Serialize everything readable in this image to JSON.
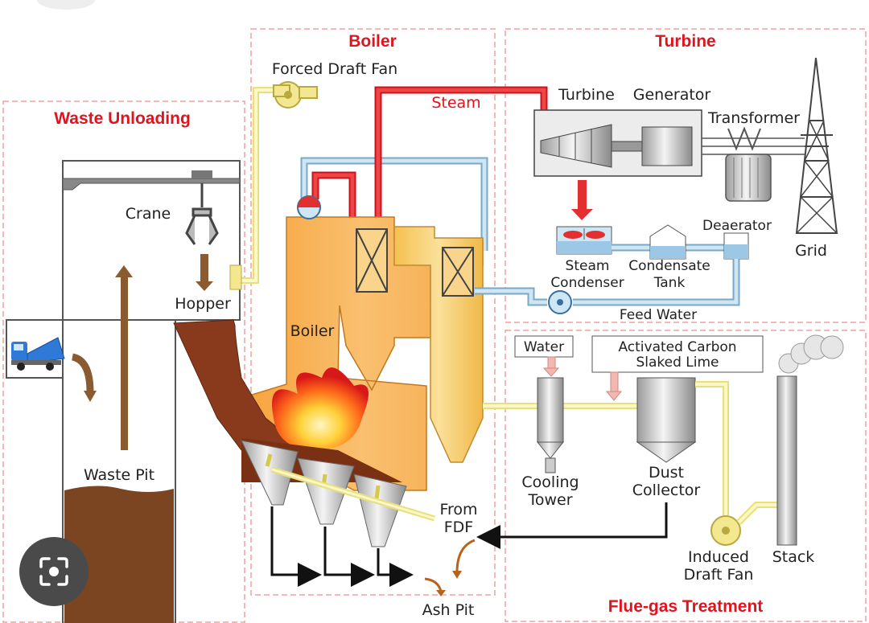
{
  "sections": {
    "waste_unloading": "Waste Unloading",
    "boiler": "Boiler",
    "turbine": "Turbine",
    "flue_gas": "Flue-gas Treatment"
  },
  "labels": {
    "forced_draft_fan": "Forced Draft Fan",
    "steam": "Steam",
    "turbine": "Turbine",
    "generator": "Generator",
    "transformer": "Transformer",
    "grid": "Grid",
    "deaerator": "Deaerator",
    "steam_condenser_1": "Steam",
    "steam_condenser_2": "Condenser",
    "condensate_tank_1": "Condensate",
    "condensate_tank_2": "Tank",
    "feed_water": "Feed Water",
    "crane": "Crane",
    "hopper": "Hopper",
    "boiler": "Boiler",
    "waste_pit": "Waste Pit",
    "water": "Water",
    "activated_carbon_1": "Activated Carbon",
    "activated_carbon_2": "Slaked Lime",
    "cooling_tower_1": "Cooling",
    "cooling_tower_2": "Tower",
    "dust_collector_1": "Dust",
    "dust_collector_2": "Collector",
    "from_fdf_1": "From",
    "from_fdf_2": "FDF",
    "induced_draft_fan_1": "Induced",
    "induced_draft_fan_2": "Draft Fan",
    "stack": "Stack",
    "ash_pit": "Ash Pit"
  },
  "colors": {
    "section_title": "#e0141e",
    "steam_pipe": "#c8141e",
    "water_pipe": "#7aa8c8",
    "flue_gas_pipe": "#e8e07a",
    "boiler_body": "#f5b04a",
    "waste": "#7a4520"
  },
  "icons": {
    "visual_search": "lens-icon"
  }
}
